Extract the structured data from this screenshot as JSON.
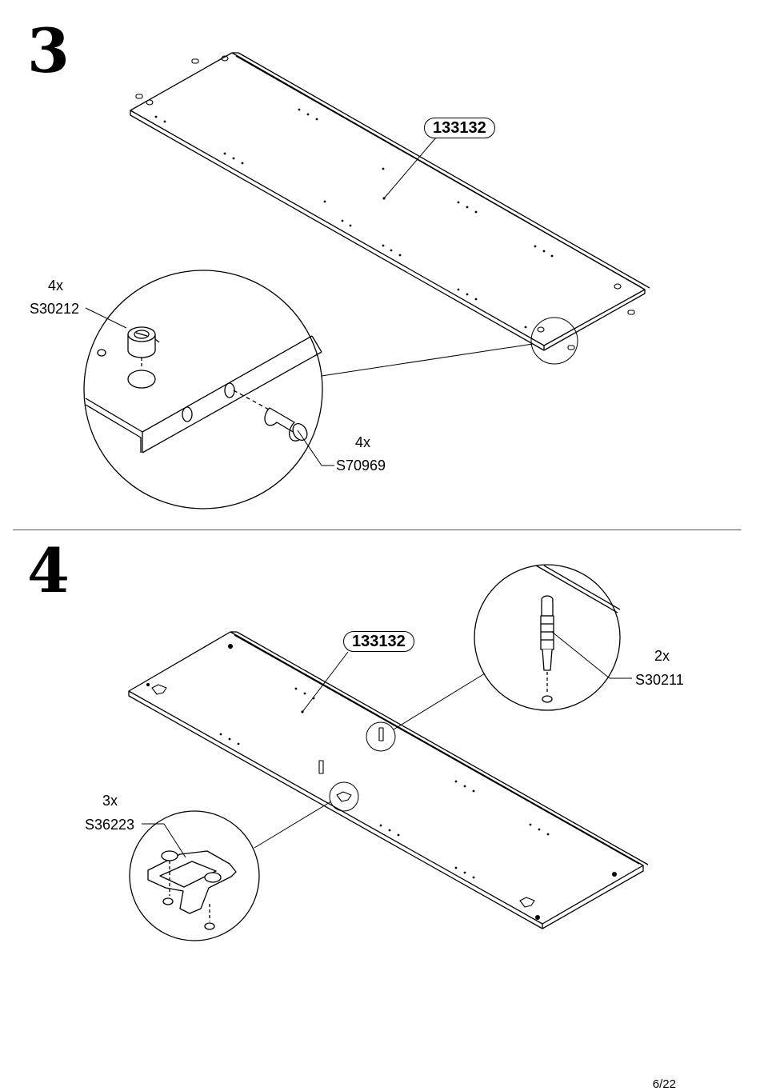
{
  "page": {
    "page_number": "6/22"
  },
  "step3": {
    "number": "3",
    "panel_id": "133132",
    "cam_qty": "4x",
    "cam_code": "S30212",
    "dowel_qty": "4x",
    "dowel_code": "S70969"
  },
  "step4": {
    "number": "4",
    "panel_id": "133132",
    "bolt_qty": "2x",
    "bolt_code": "S30211",
    "plate_qty": "3x",
    "plate_code": "S36223"
  }
}
